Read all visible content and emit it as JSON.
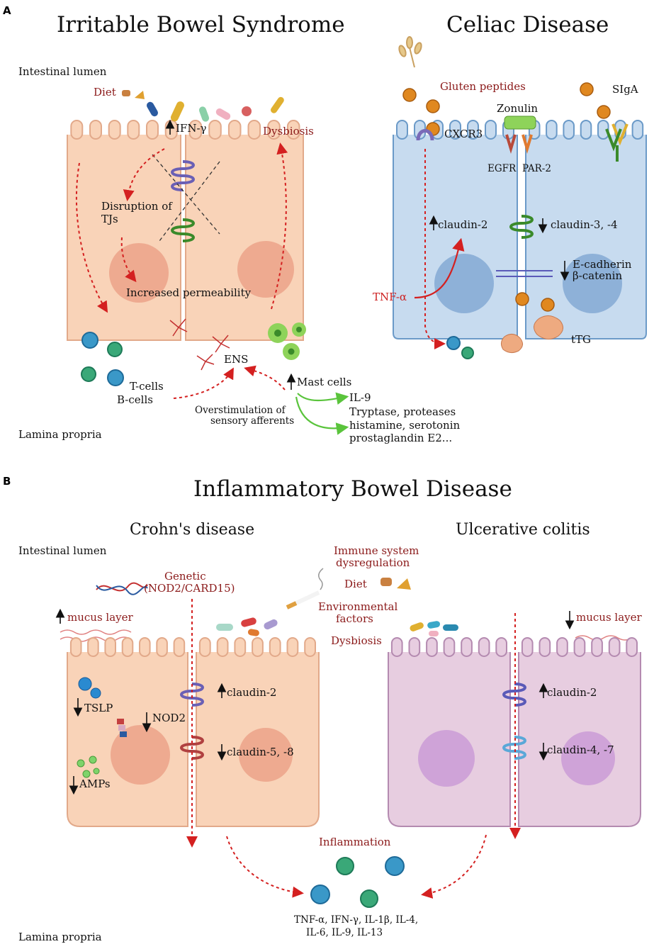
{
  "panel_a": {
    "letter": "A",
    "ibs": {
      "title": "Irritable Bowel Syndrome",
      "lumen": "Intestinal lumen",
      "diet": "Diet",
      "ifn": "IFN-γ",
      "dysbiosis": "Dysbiosis",
      "disruption_1": "Disruption of",
      "disruption_2": "TJs",
      "permeability": "Increased permeability",
      "ens": "ENS",
      "tcells": "T-cells",
      "bcells": "B-cells",
      "mast": "Mast cells",
      "il9": "IL-9",
      "mediators_1": "Tryptase, proteases",
      "mediators_2": "histamine, serotonin",
      "mediators_3": "prostaglandin E2...",
      "overstim_1": "Overstimulation of",
      "overstim_2": "sensory afferents",
      "lamina": "Lamina propria"
    },
    "celiac": {
      "title": "Celiac Disease",
      "gluten": "Gluten peptides",
      "zonulin": "Zonulin",
      "siga": "SIgA",
      "cxcr3": "CXCR3",
      "egfr": "EGFR",
      "par2": "PAR-2",
      "claudin2": "claudin-2",
      "claudin34": "claudin-3, -4",
      "ecad": "E-cadherin",
      "bcat": "β-catenin",
      "tnf": "TNF-α",
      "ttg": "tTG"
    }
  },
  "panel_b": {
    "letter": "B",
    "title": "Inflammatory Bowel Disease",
    "crohn": {
      "title": "Crohn's disease",
      "lumen": "Intestinal lumen",
      "genetic_1": "Genetic",
      "genetic_2": "(NOD2/CARD15)",
      "mucus": "mucus layer",
      "tslp": "TSLP",
      "nod2": "NOD2",
      "amps": "AMPs",
      "claudin2": "claudin-2",
      "claudin58": "claudin-5, -8"
    },
    "center": {
      "immune_1": "Immune system",
      "immune_2": "dysregulation",
      "diet": "Diet",
      "env_1": "Environmental",
      "env_2": "factors",
      "dysbiosis": "Dysbiosis",
      "inflammation": "Inflammation",
      "cytokines_1": "TNF-α, IFN-γ, IL-1β, IL-4,",
      "cytokines_2": "IL-6, IL-9, IL-13",
      "lamina": "Lamina propria"
    },
    "uc": {
      "title": "Ulcerative colitis",
      "mucus": "mucus layer",
      "claudin2": "claudin-2",
      "claudin47": "claudin-4, -7"
    }
  },
  "colors": {
    "ibs_cell": "#f9d3b8",
    "celiac_cell": "#c7dbef",
    "uc_cell": "#e7cde0",
    "red_arrow": "#d42020",
    "green_arrow": "#5ac43c",
    "label_red": "#8b1a1a"
  }
}
